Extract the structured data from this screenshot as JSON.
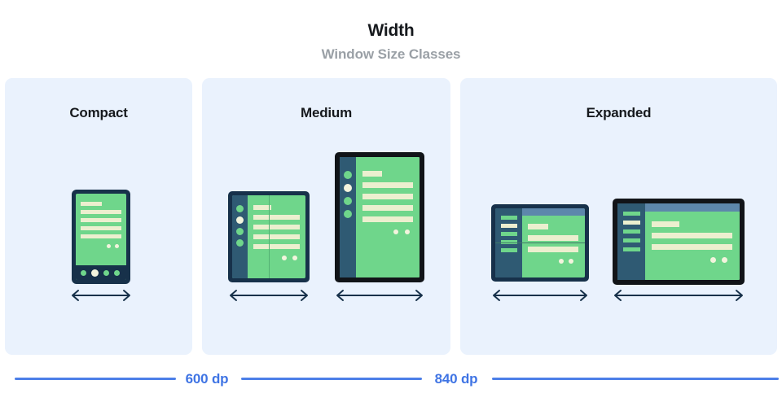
{
  "header": {
    "title": "Width",
    "subtitle": "Window Size Classes"
  },
  "panels": [
    {
      "id": "compact",
      "label": "Compact"
    },
    {
      "id": "medium",
      "label": "Medium"
    },
    {
      "id": "expanded",
      "label": "Expanded"
    }
  ],
  "breakpoints": [
    {
      "id": "bp-600",
      "label": "600 dp"
    },
    {
      "id": "bp-840",
      "label": "840 dp"
    }
  ],
  "colors": {
    "panel_background": "#eaf2fd",
    "page_background": "#ffffff",
    "title_text": "#16191d",
    "subtitle_text": "#9aa0a6",
    "device_frame_navy": "#17314a",
    "device_frame_black": "#111418",
    "screen_green": "#6fd68b",
    "content_bar_cream": "#ecefcf",
    "nav_rail": "#2f5a73",
    "top_bar": "#5d87ab",
    "breakpoint_blue": "#3f74e4",
    "arrow": "#17314a"
  },
  "devices": {
    "compact_phone": {
      "name": "phone",
      "orientation": "portrait",
      "size_class": "Compact"
    },
    "medium_foldable": {
      "name": "foldable-unfolded",
      "orientation": "portrait",
      "size_class": "Medium"
    },
    "medium_tablet": {
      "name": "tablet",
      "orientation": "portrait",
      "size_class": "Medium"
    },
    "expanded_foldable": {
      "name": "foldable-unfolded",
      "orientation": "landscape",
      "size_class": "Expanded"
    },
    "expanded_tablet": {
      "name": "tablet",
      "orientation": "landscape",
      "size_class": "Expanded"
    }
  }
}
